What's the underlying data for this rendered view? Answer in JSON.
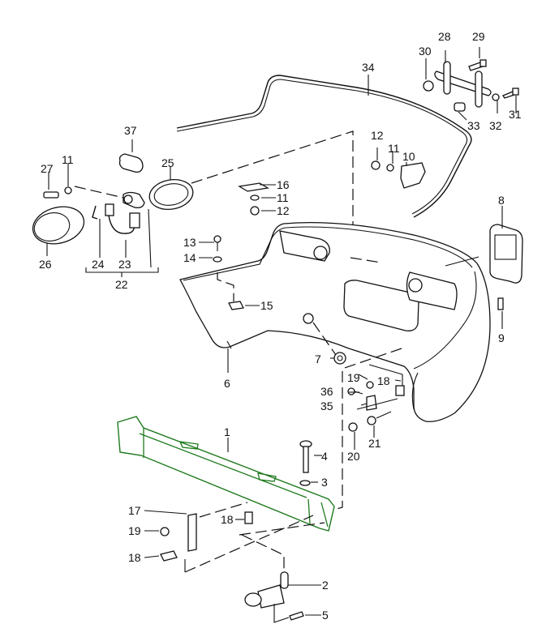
{
  "diagram": {
    "title": "Rear bumper exploded parts view",
    "accent_color": "#1e7a1e",
    "callouts": [
      {
        "id": "1",
        "label": "1",
        "part": "bumper-carrier-beam"
      },
      {
        "id": "2",
        "label": "2",
        "part": "tow-eye-bracket"
      },
      {
        "id": "3",
        "label": "3",
        "part": "washer"
      },
      {
        "id": "4",
        "label": "4",
        "part": "bolt"
      },
      {
        "id": "5",
        "label": "5",
        "part": "screw"
      },
      {
        "id": "6",
        "label": "6",
        "part": "bumper-cover"
      },
      {
        "id": "7",
        "label": "7",
        "part": "grommet"
      },
      {
        "id": "8",
        "label": "8",
        "part": "bumper-guide"
      },
      {
        "id": "9",
        "label": "9",
        "part": "screw"
      },
      {
        "id": "10",
        "label": "10",
        "part": "bracket-clip"
      },
      {
        "id": "11a",
        "label": "11",
        "part": "washer"
      },
      {
        "id": "11b",
        "label": "11",
        "part": "washer"
      },
      {
        "id": "11c",
        "label": "11",
        "part": "washer"
      },
      {
        "id": "12a",
        "label": "12",
        "part": "nut"
      },
      {
        "id": "12b",
        "label": "12",
        "part": "nut"
      },
      {
        "id": "13",
        "label": "13",
        "part": "screw"
      },
      {
        "id": "14",
        "label": "14",
        "part": "washer"
      },
      {
        "id": "15",
        "label": "15",
        "part": "clip"
      },
      {
        "id": "16",
        "label": "16",
        "part": "clip-bracket"
      },
      {
        "id": "17",
        "label": "17",
        "part": "support-bracket"
      },
      {
        "id": "18a",
        "label": "18",
        "part": "speed-nut"
      },
      {
        "id": "18b",
        "label": "18",
        "part": "speed-nut"
      },
      {
        "id": "18c",
        "label": "18",
        "part": "speed-nut"
      },
      {
        "id": "19a",
        "label": "19",
        "part": "screw"
      },
      {
        "id": "19b",
        "label": "19",
        "part": "screw"
      },
      {
        "id": "20",
        "label": "20",
        "part": "screw"
      },
      {
        "id": "21",
        "label": "21",
        "part": "nut"
      },
      {
        "id": "22",
        "label": "22",
        "part": "lamp-assembly"
      },
      {
        "id": "23",
        "label": "23",
        "part": "wiring-harness"
      },
      {
        "id": "24",
        "label": "24",
        "part": "spring-clip"
      },
      {
        "id": "25",
        "label": "25",
        "part": "gasket"
      },
      {
        "id": "26",
        "label": "26",
        "part": "lens"
      },
      {
        "id": "27",
        "label": "27",
        "part": "screw"
      },
      {
        "id": "28",
        "label": "28",
        "part": "mounting-plate"
      },
      {
        "id": "29",
        "label": "29",
        "part": "screw"
      },
      {
        "id": "30",
        "label": "30",
        "part": "nut"
      },
      {
        "id": "31",
        "label": "31",
        "part": "screw"
      },
      {
        "id": "32",
        "label": "32",
        "part": "washer"
      },
      {
        "id": "33",
        "label": "33",
        "part": "rubber-buffer"
      },
      {
        "id": "34",
        "label": "34",
        "part": "seal-strip"
      },
      {
        "id": "35",
        "label": "35",
        "part": "bracket"
      },
      {
        "id": "36",
        "label": "36",
        "part": "bolt"
      },
      {
        "id": "37",
        "label": "37",
        "part": "gasket"
      }
    ]
  }
}
